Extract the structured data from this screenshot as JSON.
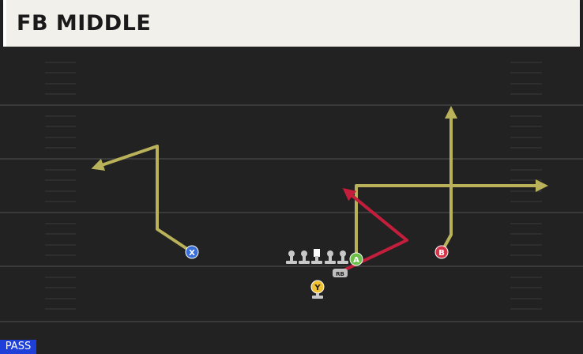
{
  "play": {
    "title": "FB MIDDLE",
    "type": "PASS"
  },
  "colors": {
    "field": "#222222",
    "yard_line": "#3a3a3a",
    "route": "#b9b25a",
    "hot_route": "#c31e3c",
    "lineman": "#c8c8c8"
  },
  "players": [
    {
      "id": "X",
      "button": "X",
      "color": "#3a6fd8"
    },
    {
      "id": "A",
      "button": "A",
      "color": "#6cc04a"
    },
    {
      "id": "B",
      "button": "B",
      "color": "#d8354b"
    },
    {
      "id": "Y",
      "button": "Y",
      "color": "#f0c030"
    },
    {
      "id": "RB",
      "label": "RB"
    }
  ],
  "icons": {
    "lineman": "lineman-icon",
    "center": "center-icon",
    "route_arrow": "arrow-icon"
  }
}
